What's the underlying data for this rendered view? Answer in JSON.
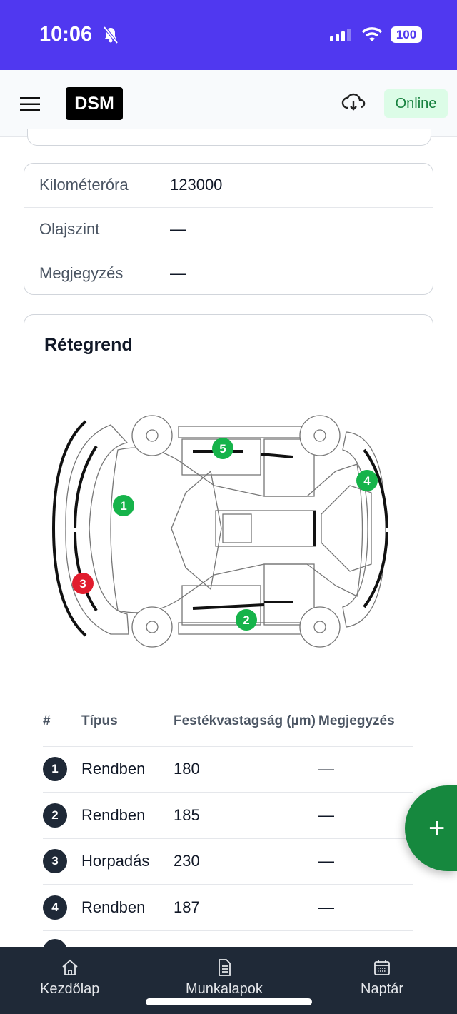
{
  "status_bar": {
    "time": "10:06",
    "battery": "100"
  },
  "header": {
    "logo": "DSM",
    "status": "Online"
  },
  "info": {
    "rows": [
      {
        "label": "Kilométeróra",
        "value": "123000"
      },
      {
        "label": "Olajszint",
        "value": "—"
      },
      {
        "label": "Megjegyzés",
        "value": "—"
      }
    ]
  },
  "retegrend": {
    "title": "Rétegrend",
    "markers": [
      {
        "n": "1",
        "status": "ok",
        "color": "#16b34a"
      },
      {
        "n": "2",
        "status": "ok",
        "color": "#16b34a"
      },
      {
        "n": "3",
        "status": "dent",
        "color": "#e11d2e"
      },
      {
        "n": "4",
        "status": "ok",
        "color": "#16b34a"
      },
      {
        "n": "5",
        "status": "ok",
        "color": "#16b34a"
      }
    ],
    "table": {
      "headers": {
        "num": "#",
        "type": "Típus",
        "thickness": "Festékvastagság (µm)",
        "note": "Megjegyzés"
      },
      "rows": [
        {
          "n": "1",
          "type": "Rendben",
          "thickness": "180",
          "note": "—"
        },
        {
          "n": "2",
          "type": "Rendben",
          "thickness": "185",
          "note": "—"
        },
        {
          "n": "3",
          "type": "Horpadás",
          "thickness": "230",
          "note": "—"
        },
        {
          "n": "4",
          "type": "Rendben",
          "thickness": "187",
          "note": "—"
        }
      ]
    }
  },
  "fab": {
    "label": "+"
  },
  "nav": {
    "items": [
      {
        "label": "Kezdőlap",
        "icon": "home-icon"
      },
      {
        "label": "Munkalapok",
        "icon": "document-icon"
      },
      {
        "label": "Naptár",
        "icon": "calendar-icon"
      }
    ]
  }
}
